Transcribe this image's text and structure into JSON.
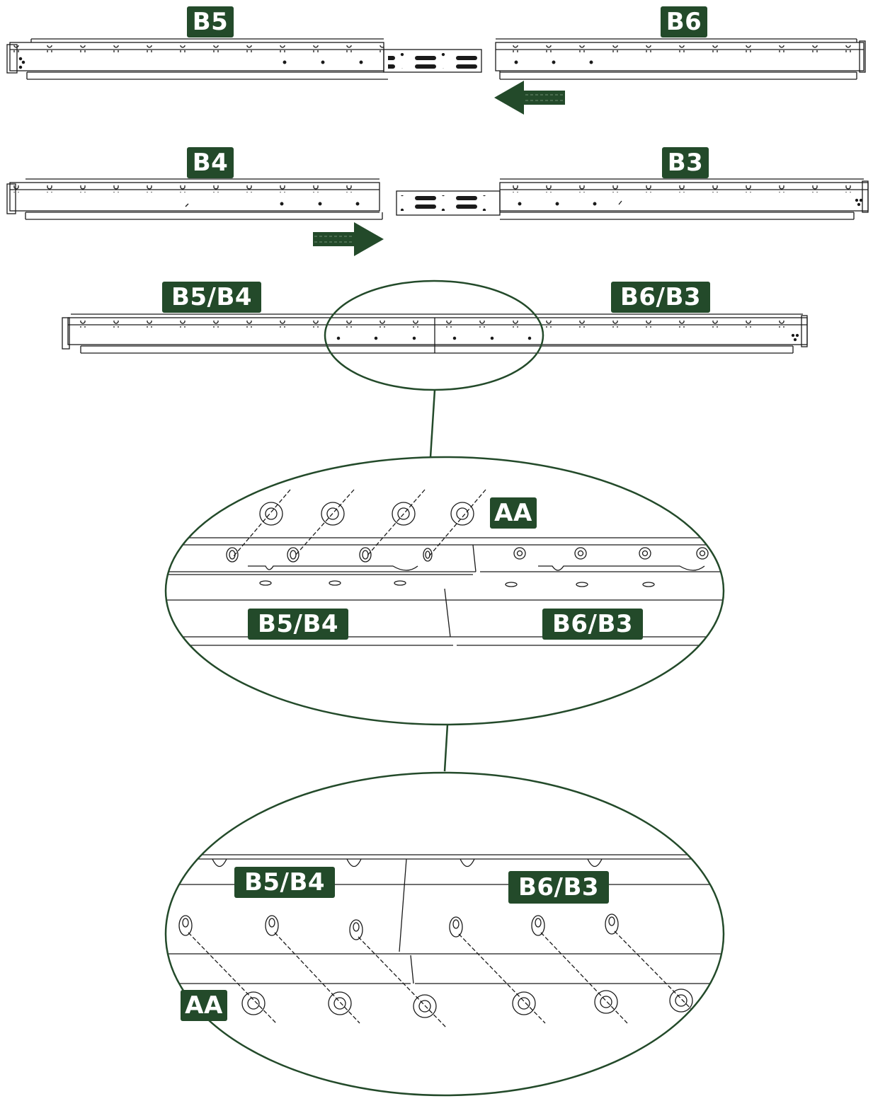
{
  "colors": {
    "accent": "#234a2a",
    "line": "#1a1a1a",
    "label_text": "#ffffff"
  },
  "labels": {
    "b5": "B5",
    "b6": "B6",
    "b4": "B4",
    "b3": "B3",
    "b5b4": "B5/B4",
    "b6b3": "B6/B3",
    "aa": "AA"
  }
}
